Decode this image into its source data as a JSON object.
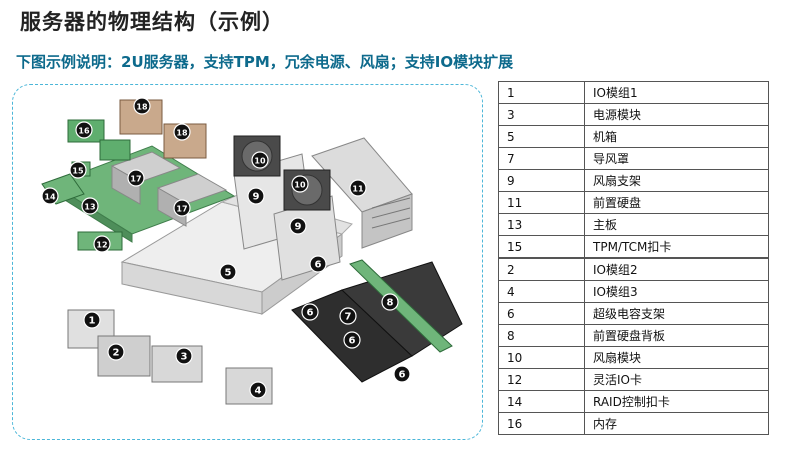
{
  "header": {
    "title": "服务器的物理结构（示例）",
    "subtitle": "下图示例说明：2U服务器，支持TPM，冗余电源、风扇；支持IO模块扩展"
  },
  "legend_top": [
    {
      "num": "1",
      "name": "IO模组1"
    },
    {
      "num": "3",
      "name": "电源模块"
    },
    {
      "num": "5",
      "name": "机箱"
    },
    {
      "num": "7",
      "name": "导风罩"
    },
    {
      "num": "9",
      "name": "风扇支架"
    },
    {
      "num": "11",
      "name": "前置硬盘"
    },
    {
      "num": "13",
      "name": "主板"
    },
    {
      "num": "15",
      "name": "TPM/TCM扣卡"
    }
  ],
  "legend_bottom": [
    {
      "num": "2",
      "name": "IO模组2"
    },
    {
      "num": "4",
      "name": "IO模组3"
    },
    {
      "num": "6",
      "name": "超级电容支架"
    },
    {
      "num": "8",
      "name": "前置硬盘背板"
    },
    {
      "num": "10",
      "name": "风扇模块"
    },
    {
      "num": "12",
      "name": "灵活IO卡"
    },
    {
      "num": "14",
      "name": "RAID控制扣卡"
    },
    {
      "num": "16",
      "name": "内存"
    }
  ],
  "callouts": [
    "1",
    "2",
    "3",
    "4",
    "5",
    "6",
    "6",
    "6",
    "6",
    "7",
    "8",
    "9",
    "9",
    "10",
    "10",
    "11",
    "12",
    "13",
    "14",
    "15",
    "16",
    "17",
    "17",
    "18",
    "18"
  ],
  "colors": {
    "subtitle": "#0d6a8c",
    "frame": "#4bb6d8",
    "pcb_green": "#5fae6e",
    "chassis": "#e8e8e8",
    "callout_bg": "#111111"
  }
}
